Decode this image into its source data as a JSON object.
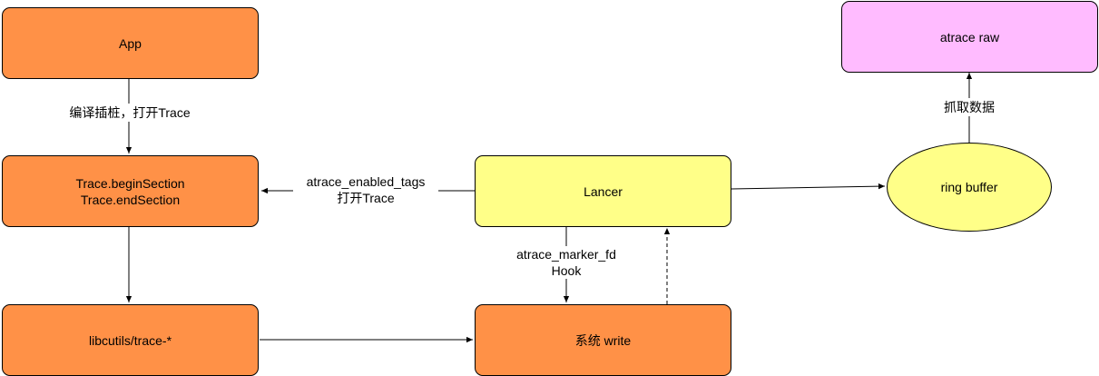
{
  "nodes": {
    "app": "App",
    "trace_section_1": "Trace.beginSection",
    "trace_section_2": "Trace.endSection",
    "libcutils": "libcutils/trace-*",
    "lancer": "Lancer",
    "system_write": "系统 write",
    "ring_buffer": "ring buffer",
    "atrace_raw": "atrace raw"
  },
  "edges": {
    "app_to_trace": "编译插桩，打开Trace",
    "lancer_to_trace_1": "atrace_enabled_tags",
    "lancer_to_trace_2": "打开Trace",
    "lancer_to_write_1": "atrace_marker_fd",
    "lancer_to_write_2": "Hook",
    "ring_to_raw": "抓取数据"
  },
  "colors": {
    "orange": "#FF9147",
    "yellow": "#FFFF88",
    "pink": "#FFBBFF"
  }
}
